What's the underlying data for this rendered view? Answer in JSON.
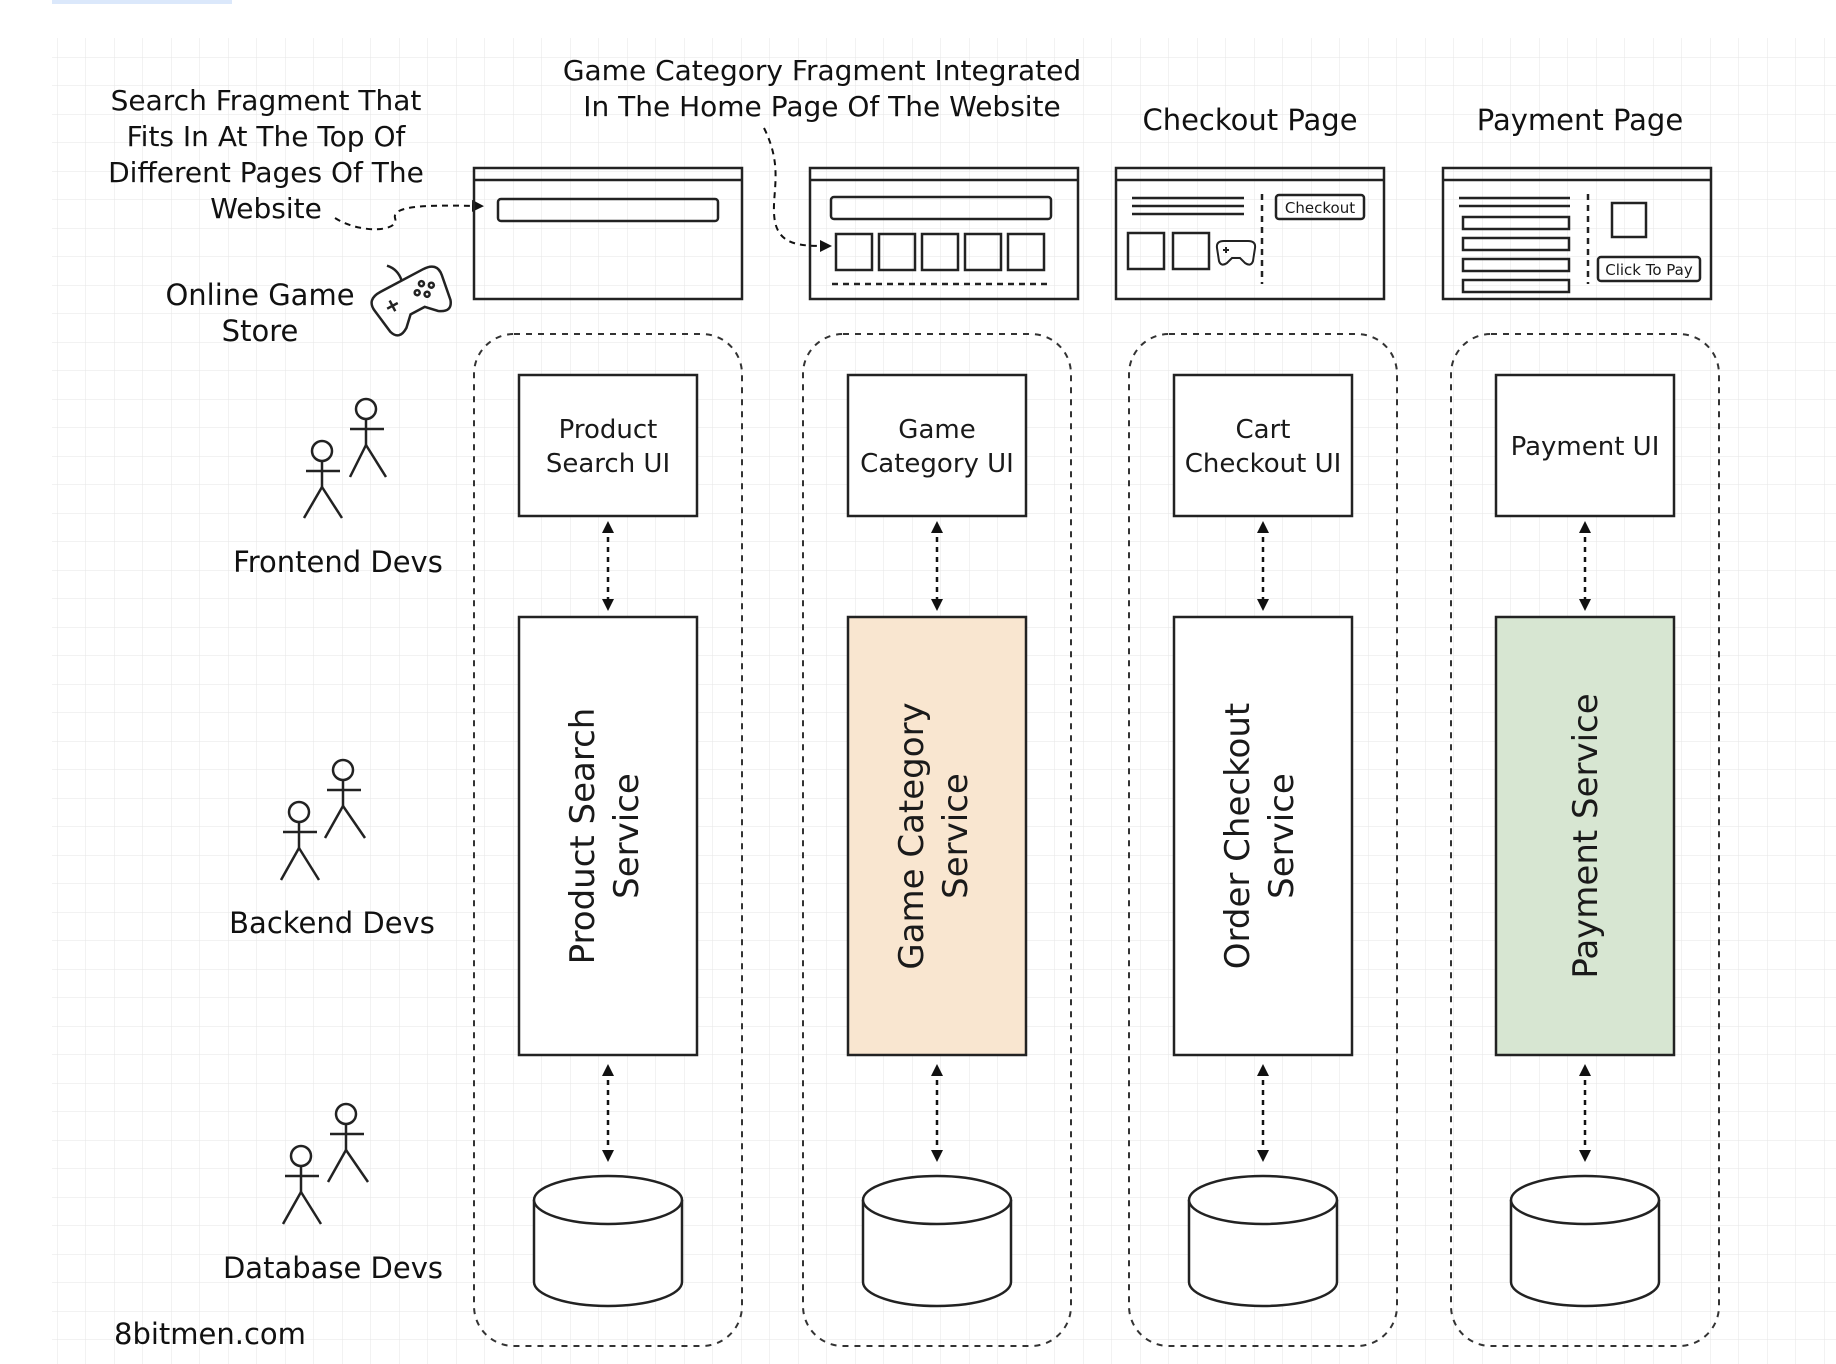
{
  "annotations": {
    "search_fragment": [
      "Search Fragment That",
      "Fits In At The Top Of",
      "Different Pages Of The",
      "Website"
    ],
    "game_category_fragment": [
      "Game Category Fragment Integrated",
      "In The Home Page Of The Website"
    ],
    "store_title": [
      "Online Game",
      "Store"
    ],
    "footer": "8bitmen.com"
  },
  "pages": {
    "checkout_title": "Checkout Page",
    "payment_title": "Payment Page",
    "checkout_button": "Checkout",
    "pay_button": "Click To Pay"
  },
  "roles": {
    "frontend": "Frontend Devs",
    "backend": "Backend Devs",
    "database": "Database Devs"
  },
  "columns": [
    {
      "ui": [
        "Product",
        "Search UI"
      ],
      "service": [
        "Product Search",
        "Service"
      ],
      "color": "#ffffff"
    },
    {
      "ui": [
        "Game",
        "Category UI"
      ],
      "service": [
        "Game Category",
        "Service"
      ],
      "color": "#f9e6d0"
    },
    {
      "ui": [
        "Cart",
        "Checkout UI"
      ],
      "service": [
        "Order Checkout",
        "Service"
      ],
      "color": "#ffffff"
    },
    {
      "ui": [
        "Payment UI"
      ],
      "service": [
        "Payment Service"
      ],
      "color": "#d7e6d2"
    }
  ],
  "colors": {
    "grid": "#e4e4e4",
    "ink": "#1a1a1a",
    "selection_bar": "#dbe8fb"
  }
}
